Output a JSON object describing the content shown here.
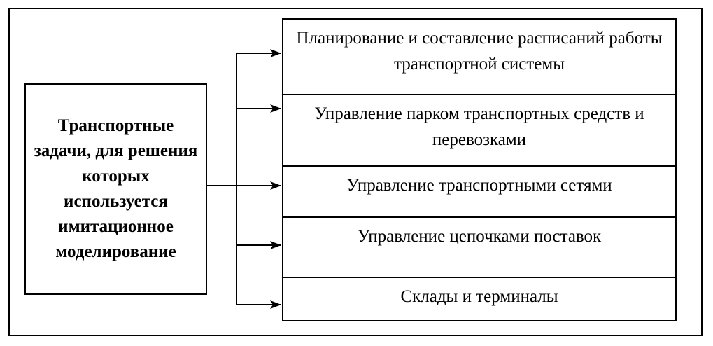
{
  "diagram": {
    "main_block": "Транспортные задачи, для решения которых используется имитационное моделирование",
    "tasks": [
      "Планирование и составление расписаний работы транспортной системы",
      "Управление парком транспортных средств и перевозками",
      "Управление транспортными сетями",
      "Управление цепочками поставок",
      "Склады и терминалы"
    ]
  }
}
